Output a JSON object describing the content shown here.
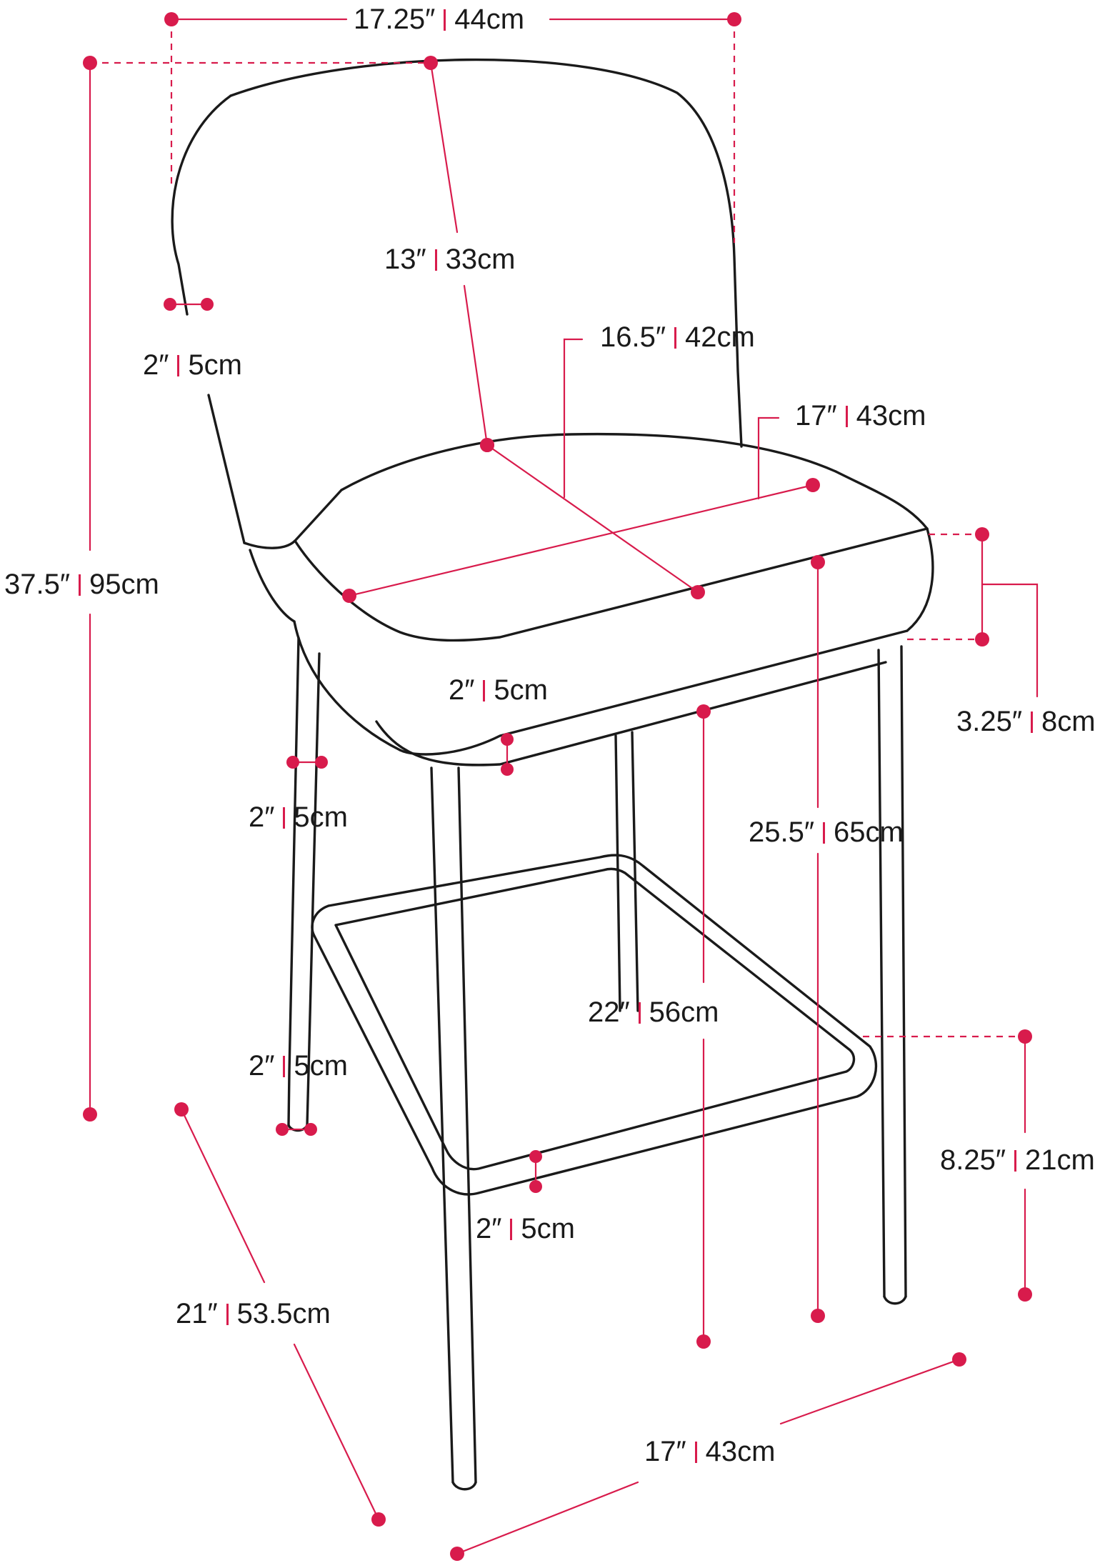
{
  "colors": {
    "accent": "#d81b4c",
    "outline": "#1a1a1a",
    "background": "#ffffff",
    "text": "#1a1a1a"
  },
  "dimensions": [
    {
      "key": "backrest-width",
      "imperial": "17.25″",
      "metric": "44cm"
    },
    {
      "key": "backrest-height",
      "imperial": "13″",
      "metric": "33cm"
    },
    {
      "key": "seat-depth",
      "imperial": "16.5″",
      "metric": "42cm"
    },
    {
      "key": "seat-width",
      "imperial": "17″",
      "metric": "43cm"
    },
    {
      "key": "backrest-thickness",
      "imperial": "2″",
      "metric": "5cm"
    },
    {
      "key": "overall-height",
      "imperial": "37.5″",
      "metric": "95cm"
    },
    {
      "key": "seat-cushion-thickness",
      "imperial": "3.25″",
      "metric": "8cm"
    },
    {
      "key": "seat-frame-thickness",
      "imperial": "2″",
      "metric": "5cm"
    },
    {
      "key": "leg-width",
      "imperial": "2″",
      "metric": "5cm"
    },
    {
      "key": "seat-height",
      "imperial": "25.5″",
      "metric": "65cm"
    },
    {
      "key": "seat-frame-height",
      "imperial": "22″",
      "metric": "56cm"
    },
    {
      "key": "leg-tip-width",
      "imperial": "2″",
      "metric": "5cm"
    },
    {
      "key": "footrest-height",
      "imperial": "8.25″",
      "metric": "21cm"
    },
    {
      "key": "footrest-thickness",
      "imperial": "2″",
      "metric": "5cm"
    },
    {
      "key": "base-depth",
      "imperial": "21″",
      "metric": "53.5cm"
    },
    {
      "key": "base-width",
      "imperial": "17″",
      "metric": "43cm"
    }
  ]
}
